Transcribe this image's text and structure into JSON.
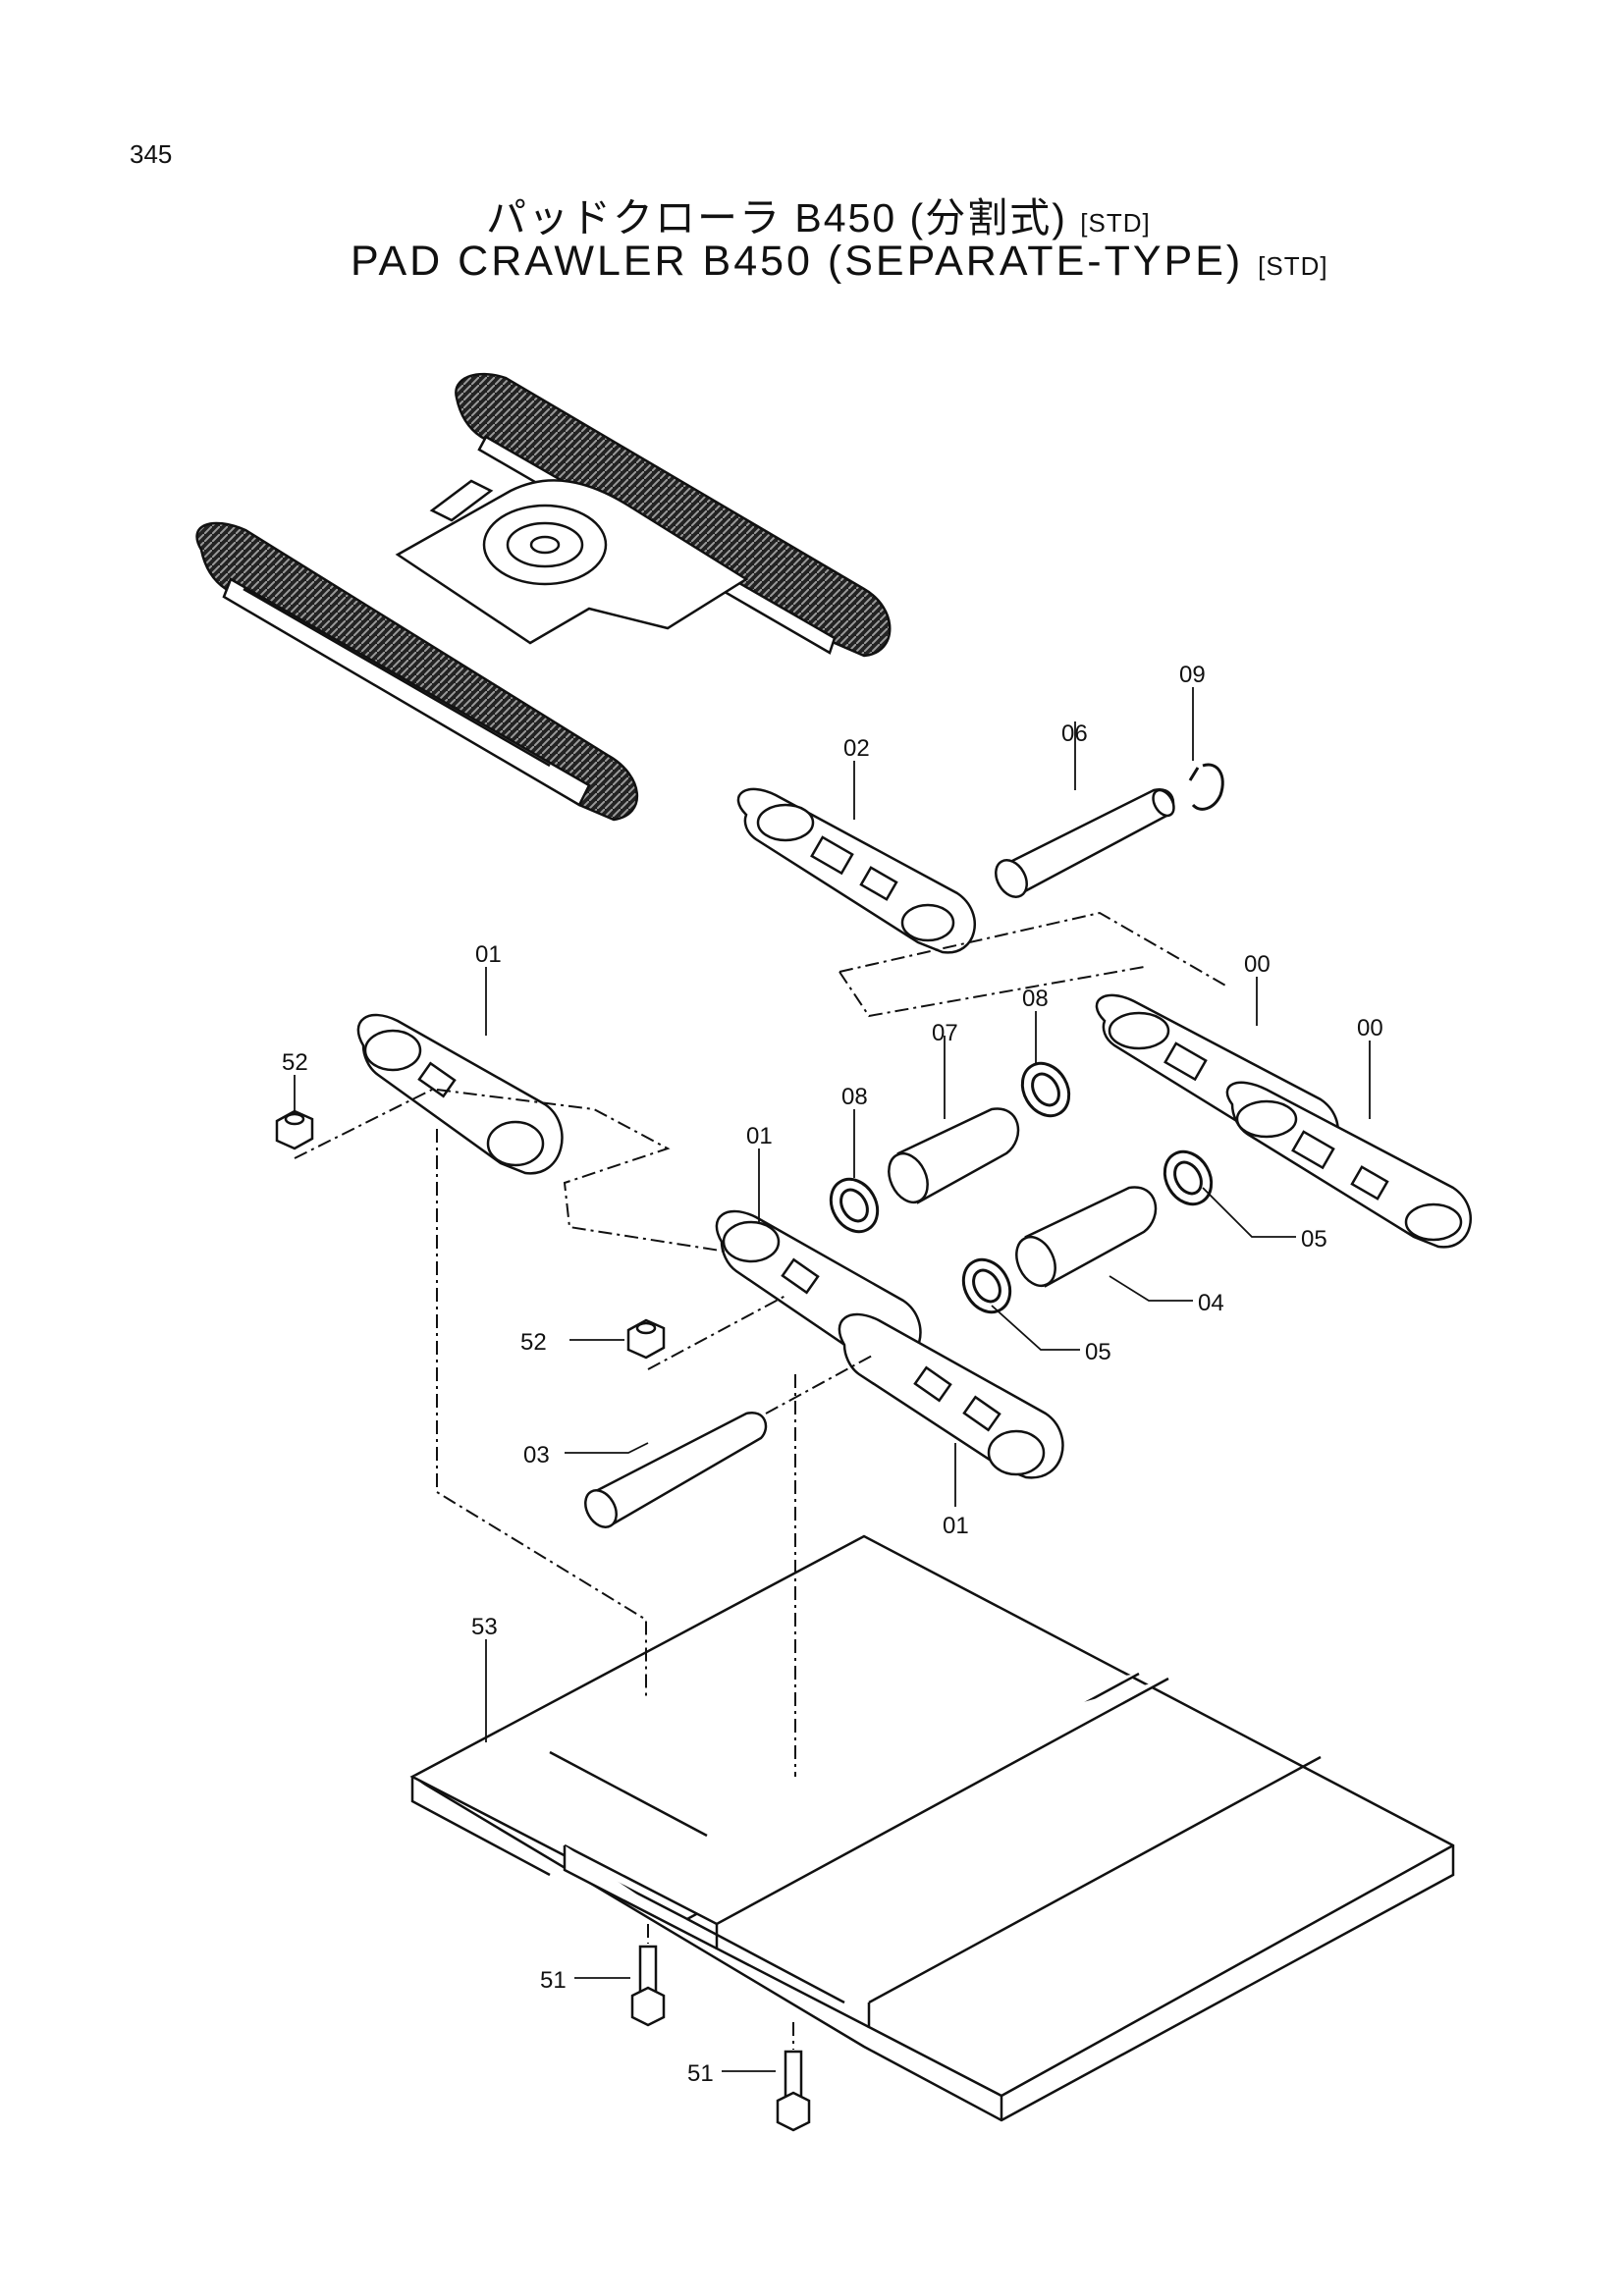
{
  "page_number": "345",
  "title_jp": "パッドクローラ  B450  (分割式)",
  "title_jp_tag": "[STD]",
  "title_en": "PAD  CRAWLER  B450  (SEPARATE-TYPE)",
  "title_en_tag": "[STD]",
  "callouts": {
    "c09": "09",
    "c02": "02",
    "c06": "06",
    "c01a": "01",
    "c00a": "00",
    "c08a": "08",
    "c00b": "00",
    "c52a": "52",
    "c07": "07",
    "c08b": "08",
    "c01b": "01",
    "c05a": "05",
    "c04": "04",
    "c52b": "52",
    "c05b": "05",
    "c03": "03",
    "c01c": "01",
    "c53": "53",
    "c51a": "51",
    "c51b": "51"
  }
}
